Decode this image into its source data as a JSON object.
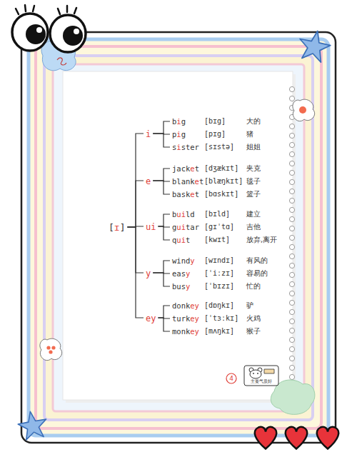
{
  "diagram": {
    "nodes": [
      {
        "text": [
          "[ɪ]"
        ]
      },
      {
        "text": [
          "i"
        ]
      },
      {
        "text": [
          "big",
          "[bɪg]",
          "大的"
        ]
      },
      {
        "text": [
          "pig",
          "[pɪg]",
          "猪"
        ]
      },
      {
        "text": [
          "sister",
          "[sɪstə]",
          "姐姐"
        ]
      },
      {
        "text": [
          "e"
        ]
      },
      {
        "text": [
          "jacket",
          "[dʒækɪt]",
          "夹克"
        ]
      },
      {
        "text": [
          "blanket",
          "[blæŋkɪt]",
          "毯子"
        ]
      },
      {
        "text": [
          "basket",
          "[bɑskɪt]",
          "篮子"
        ]
      },
      {
        "text": [
          "ui"
        ]
      },
      {
        "text": [
          "build",
          "[bɪld]",
          "建立"
        ]
      },
      {
        "text": [
          "guitar",
          "[gɪˈtɑ]",
          "吉他"
        ]
      },
      {
        "text": [
          "quit",
          "[kwɪt]",
          "放弃,离开"
        ]
      },
      {
        "text": [
          "y"
        ]
      },
      {
        "text": [
          "windy",
          "[wɪndɪ]",
          "有风的"
        ]
      },
      {
        "text": [
          "easy",
          "[ˈiːzɪ]",
          "容易的"
        ]
      },
      {
        "text": [
          "busy",
          "[ˈbɪzɪ]",
          "忙的"
        ]
      },
      {
        "text": [
          "ey"
        ]
      },
      {
        "text": [
          "donkey",
          "[dɒŋkɪ]",
          "驴"
        ]
      },
      {
        "text": [
          "turkey",
          "[ˈtɜːkɪ]",
          "火鸡"
        ]
      },
      {
        "text": [
          "monkey",
          "[mʌŋkɪ]",
          "猴子"
        ]
      }
    ],
    "edges": [
      {
        "from": 0,
        "to": 1,
        "arrow": "none"
      },
      {
        "from": 1,
        "to": 2,
        "arrow": "none"
      },
      {
        "from": 1,
        "to": 3,
        "arrow": "none"
      },
      {
        "from": 1,
        "to": 4,
        "arrow": "none"
      },
      {
        "from": 0,
        "to": 5,
        "arrow": "none"
      },
      {
        "from": 5,
        "to": 6,
        "arrow": "none"
      },
      {
        "from": 5,
        "to": 7,
        "arrow": "none"
      },
      {
        "from": 5,
        "to": 8,
        "arrow": "none"
      },
      {
        "from": 0,
        "to": 9,
        "arrow": "none"
      },
      {
        "from": 9,
        "to": 10,
        "arrow": "none"
      },
      {
        "from": 9,
        "to": 11,
        "arrow": "none"
      },
      {
        "from": 9,
        "to": 12,
        "arrow": "none"
      },
      {
        "from": 0,
        "to": 13,
        "arrow": "none"
      },
      {
        "from": 13,
        "to": 14,
        "arrow": "none"
      },
      {
        "from": 13,
        "to": 15,
        "arrow": "none"
      },
      {
        "from": 13,
        "to": 16,
        "arrow": "none"
      },
      {
        "from": 0,
        "to": 17,
        "arrow": "none"
      },
      {
        "from": 17,
        "to": 18,
        "arrow": "none"
      },
      {
        "from": 17,
        "to": 19,
        "arrow": "none"
      },
      {
        "from": 17,
        "to": 20,
        "arrow": "none"
      }
    ],
    "labels": [
      "4",
      "主要气质好"
    ]
  }
}
